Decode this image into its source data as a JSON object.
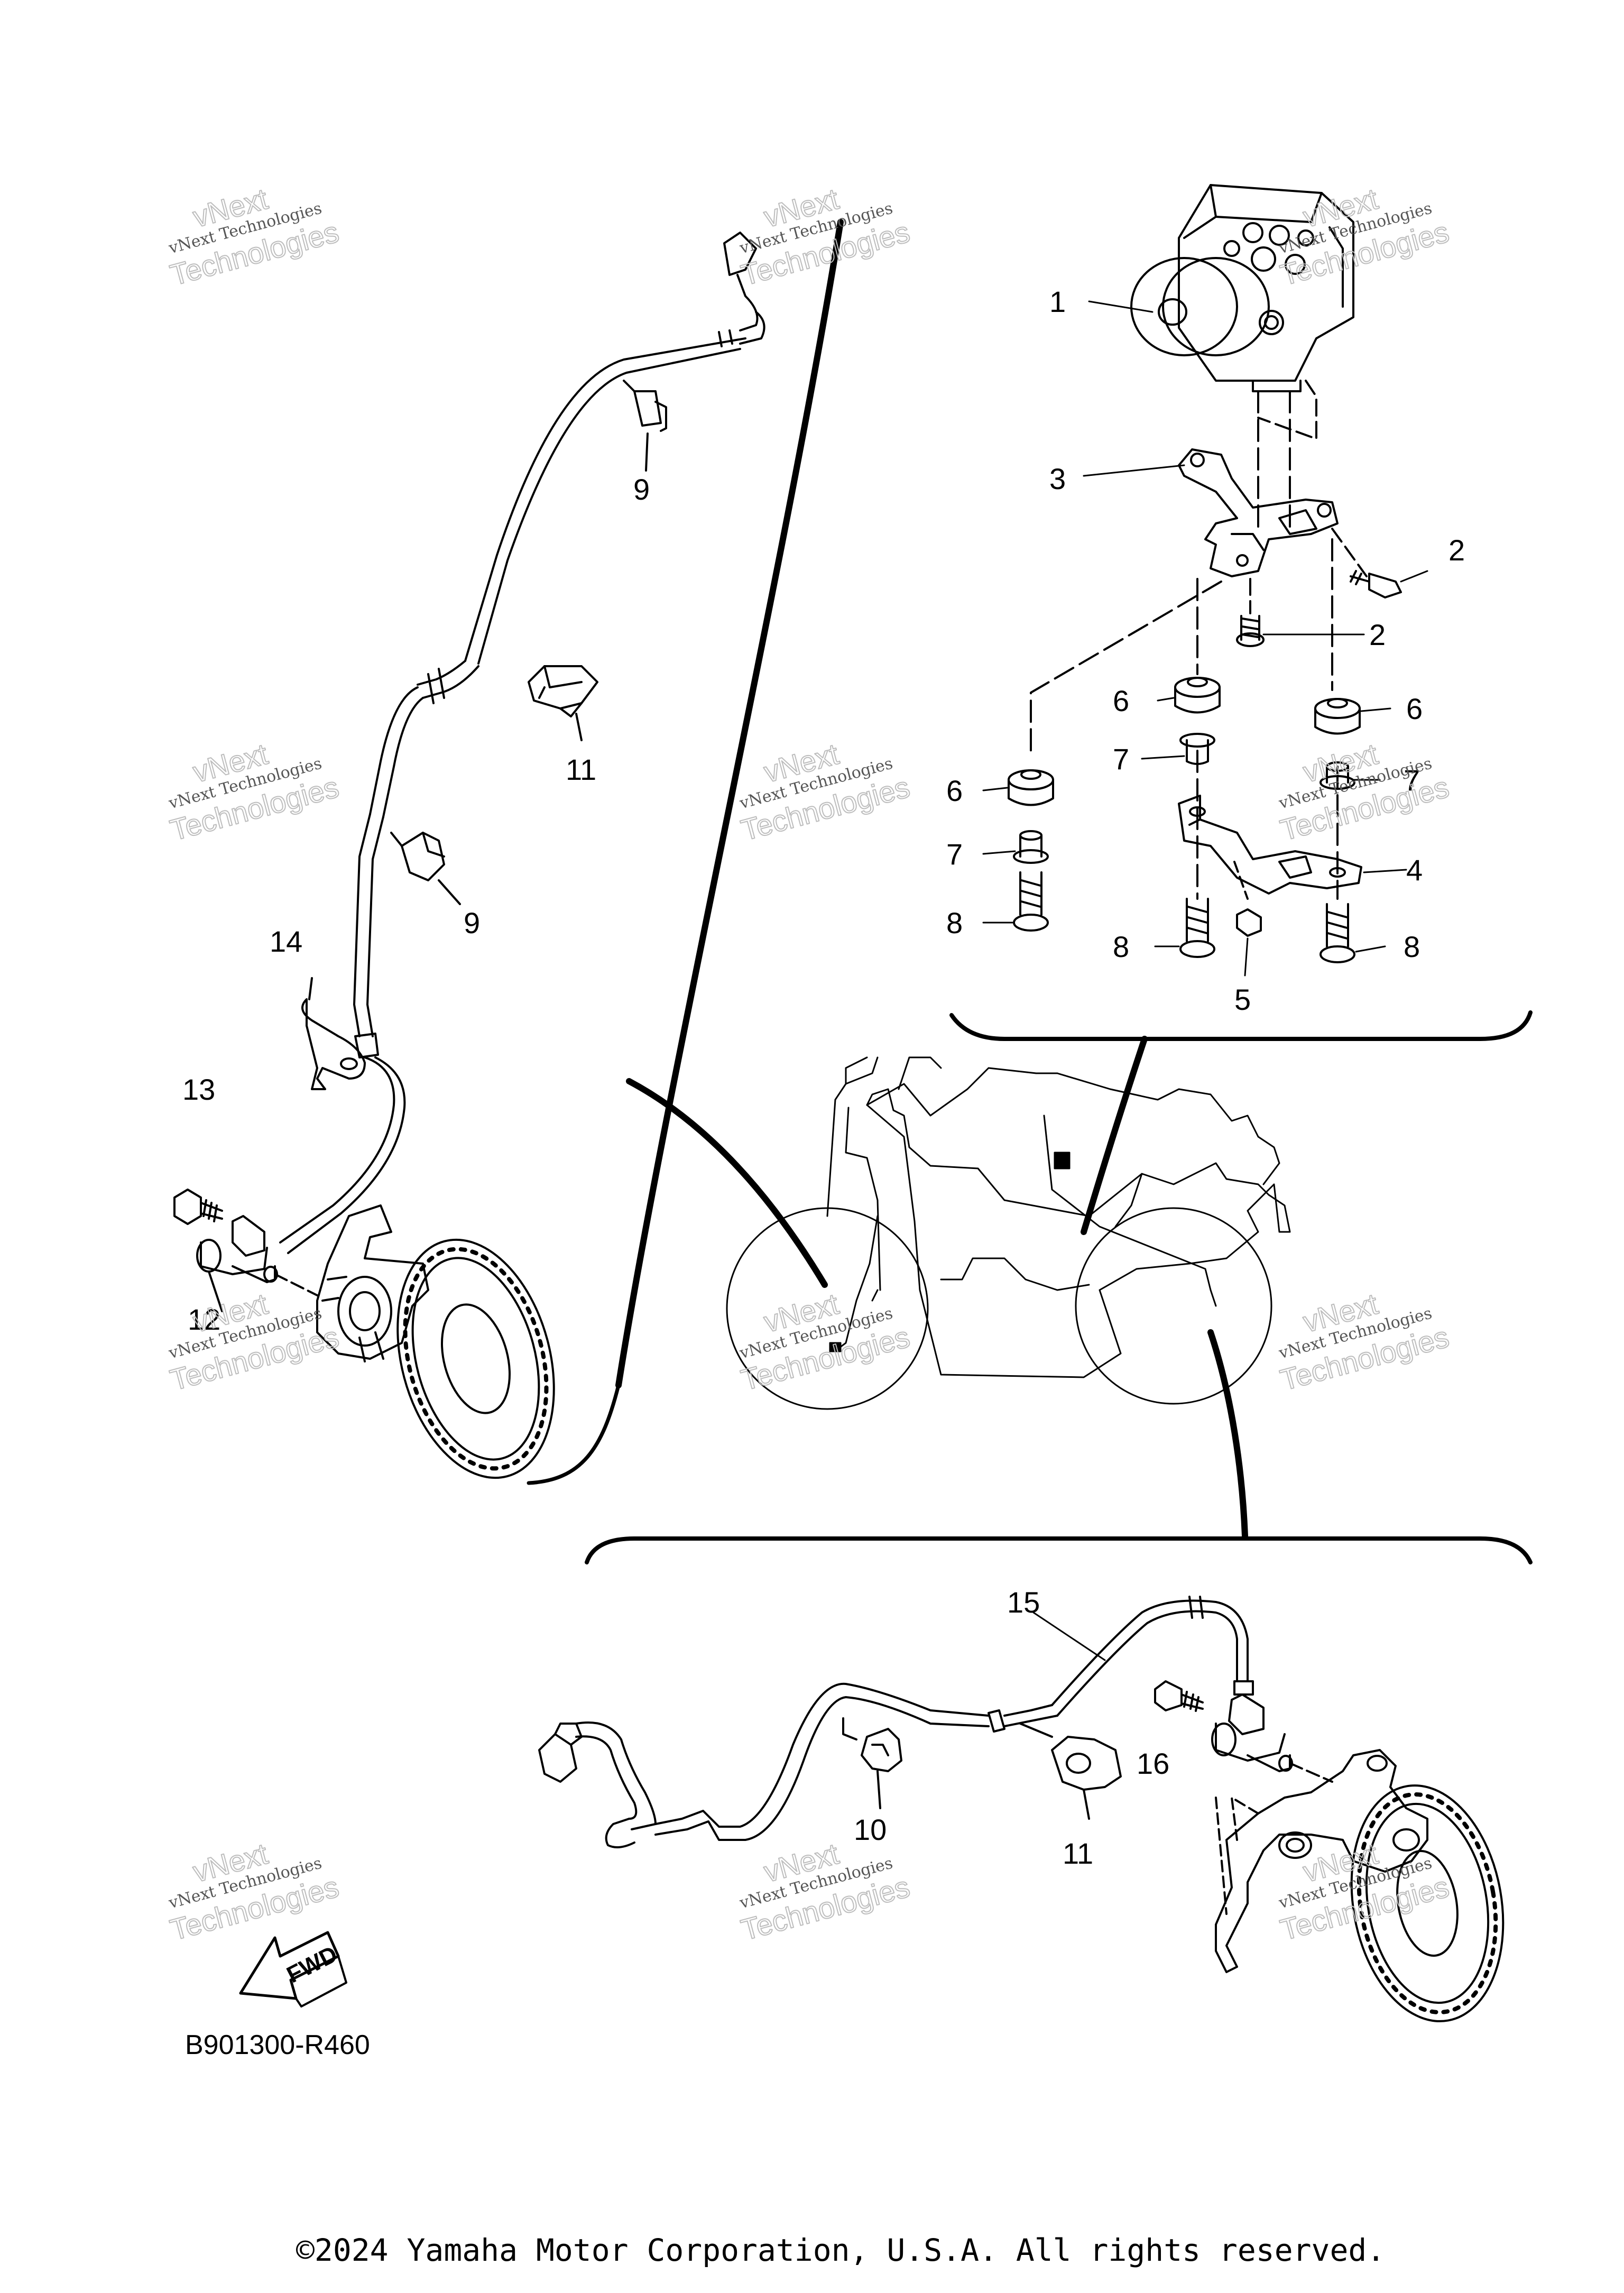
{
  "diagram": {
    "callouts": {
      "c1": "1",
      "c2a": "2",
      "c2b": "2",
      "c3": "3",
      "c4": "4",
      "c5": "5",
      "c6a": "6",
      "c6b": "6",
      "c6c": "6",
      "c7a": "7",
      "c7b": "7",
      "c7c": "7",
      "c8a": "8",
      "c8b": "8",
      "c8c": "8",
      "c9a": "9",
      "c9b": "9",
      "c10": "10",
      "c11a": "11",
      "c11b": "11",
      "c12": "12",
      "c13": "13",
      "c14": "14",
      "c15": "15",
      "c16": "16"
    },
    "fwd_label": "FWD",
    "figure_code": "B901300-R460",
    "watermark_line1": "vNext Technologies",
    "watermark_line2": "Technologies",
    "watermark_line3": "vNext"
  },
  "footer": {
    "copyright": "©2024 Yamaha Motor Corporation, U.S.A. All rights reserved."
  }
}
